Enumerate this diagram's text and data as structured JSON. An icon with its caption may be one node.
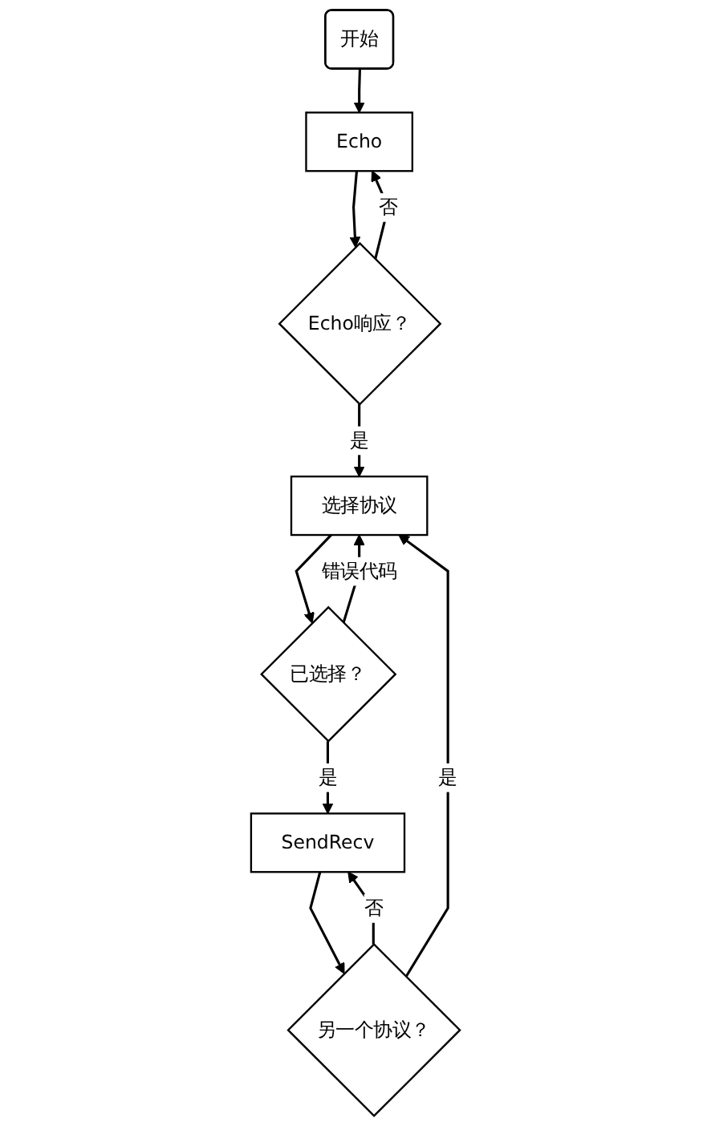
{
  "diagram": {
    "nodes": [
      {
        "text": [
          "开始"
        ]
      },
      {
        "text": [
          "Echo"
        ]
      },
      {
        "text": [
          "Echo响应？"
        ]
      },
      {
        "text": [
          "选择协议"
        ]
      },
      {
        "text": [
          "已选择？"
        ]
      },
      {
        "text": [
          "SendRecv"
        ]
      },
      {
        "text": [
          "另一个协议？"
        ]
      }
    ],
    "edges": [
      {
        "from": 0,
        "to": 1,
        "arrow": "to"
      },
      {
        "from": 1,
        "to": 2,
        "arrow": "to"
      },
      {
        "from": 2,
        "to": 1,
        "arrow": "to",
        "label": "否"
      },
      {
        "from": 2,
        "to": 3,
        "arrow": "to",
        "label": "是"
      },
      {
        "from": 3,
        "to": 4,
        "arrow": "to"
      },
      {
        "from": 4,
        "to": 3,
        "arrow": "to",
        "label": "错误代码"
      },
      {
        "from": 4,
        "to": 5,
        "arrow": "to",
        "label": "是"
      },
      {
        "from": 5,
        "to": 6,
        "arrow": "to"
      },
      {
        "from": 6,
        "to": 3,
        "arrow": "to",
        "label": "是"
      },
      {
        "from": 6,
        "to": 5,
        "arrow": "to",
        "label": "否"
      }
    ]
  }
}
